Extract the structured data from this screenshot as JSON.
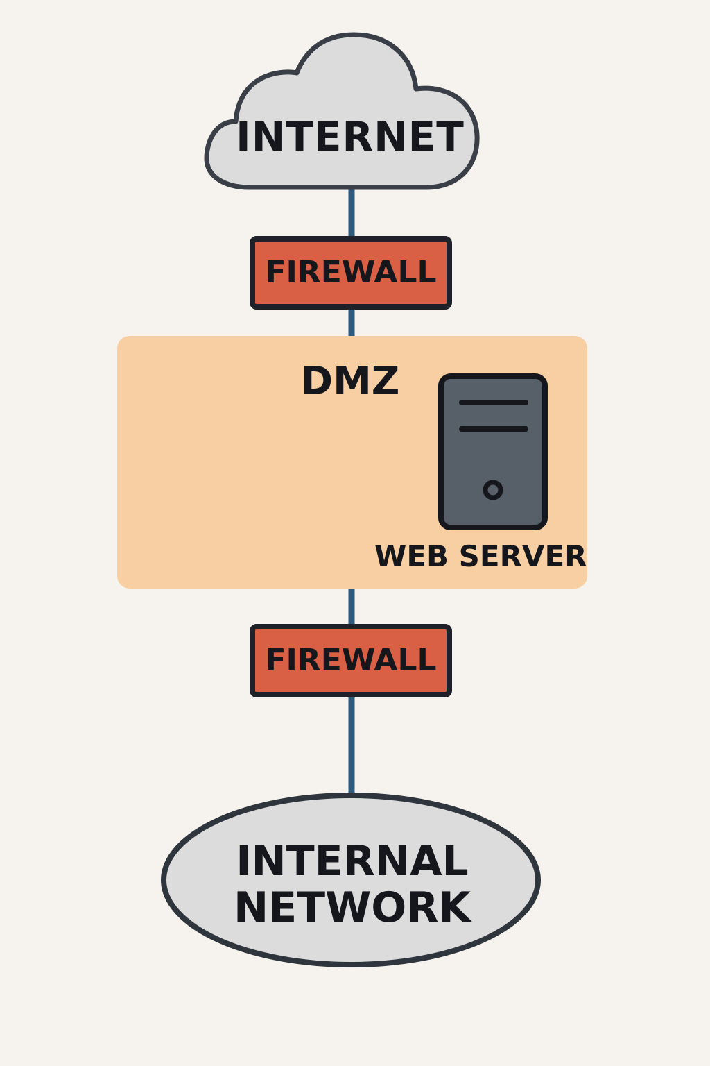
{
  "nodes": {
    "internet": "INTERNET",
    "firewall_top": "FIREWALL",
    "dmz": "DMZ",
    "web_server": "WEB SERVER",
    "firewall_bottom": "FIREWALL",
    "internal_network": "INTERNAL NETWORK"
  },
  "colors": {
    "background": "#f6f2ed",
    "link": "#2f5a7c",
    "firewall_fill": "#d95f45",
    "dmz_fill": "#f7cfa3",
    "cloud_fill": "#dcdcdc",
    "server_fill": "#575f68",
    "outline": "#1e2228"
  },
  "icons": [
    "cloud-icon",
    "server-icon"
  ]
}
